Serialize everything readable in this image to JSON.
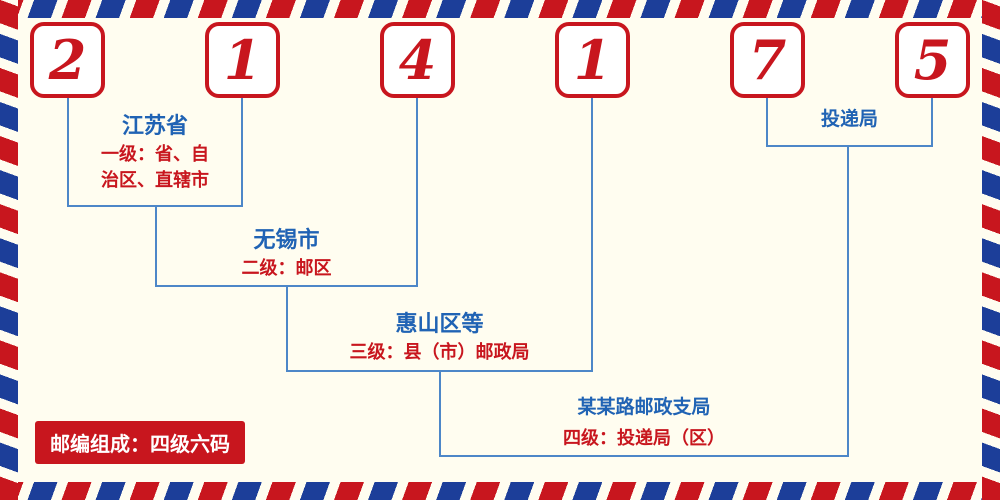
{
  "postal_code": {
    "digits": [
      "2",
      "1",
      "4",
      "1",
      "7",
      "5"
    ]
  },
  "annotations": {
    "level1": {
      "place": "江苏省",
      "desc_line1": "一级：省、自",
      "desc_line2": "治区、直辖市"
    },
    "level2": {
      "place": "无锡市",
      "desc": "二级：邮区"
    },
    "level3": {
      "place": "惠山区等",
      "desc": "三级：县（市）邮政局"
    },
    "level4": {
      "place": "某某路邮政支局",
      "desc": "四级：投递局（区）"
    },
    "delivery": {
      "label": "投递局"
    }
  },
  "footer": {
    "text": "邮编组成：四级六码"
  },
  "colors": {
    "red": "#C8161E",
    "text_blue": "#2063B4",
    "line_blue": "#4D87C8",
    "stripe_blue": "#1C3E99",
    "background": "#FFFDF0"
  }
}
